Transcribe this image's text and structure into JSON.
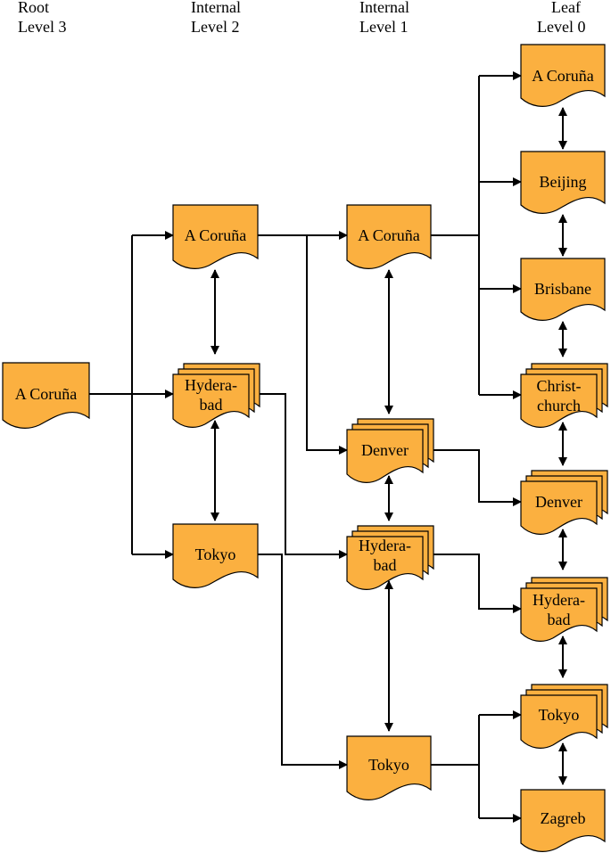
{
  "headers": [
    {
      "line1": "Root",
      "line2": "Level 3"
    },
    {
      "line1": "Internal",
      "line2": "Level 2"
    },
    {
      "line1": "Internal",
      "line2": "Level 1"
    },
    {
      "line1": "Leaf",
      "line2": "Level 0"
    }
  ],
  "nodes": {
    "root": {
      "line1": "A Coruña",
      "line2": ""
    },
    "l2_a": {
      "line1": "A Coruña",
      "line2": ""
    },
    "l2_h": {
      "line1": "Hydera-",
      "line2": "bad"
    },
    "l2_t": {
      "line1": "Tokyo",
      "line2": ""
    },
    "l1_a": {
      "line1": "A Coruña",
      "line2": ""
    },
    "l1_d": {
      "line1": "Denver",
      "line2": ""
    },
    "l1_h": {
      "line1": "Hydera-",
      "line2": "bad"
    },
    "l1_t": {
      "line1": "Tokyo",
      "line2": ""
    },
    "l0_a": {
      "line1": "A Coruña",
      "line2": ""
    },
    "l0_be": {
      "line1": "Beijing",
      "line2": ""
    },
    "l0_br": {
      "line1": "Brisbane",
      "line2": ""
    },
    "l0_c": {
      "line1": "Christ-",
      "line2": "church"
    },
    "l0_d": {
      "line1": "Denver",
      "line2": ""
    },
    "l0_h": {
      "line1": "Hydera-",
      "line2": "bad"
    },
    "l0_t": {
      "line1": "Tokyo",
      "line2": ""
    },
    "l0_z": {
      "line1": "Zagreb",
      "line2": ""
    }
  },
  "colors": {
    "node_fill": "#fbb040",
    "stroke": "#000000"
  }
}
